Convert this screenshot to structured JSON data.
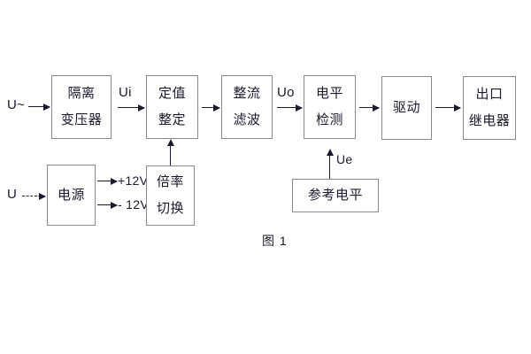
{
  "diagram": {
    "caption": "图 1",
    "blocks": [
      {
        "id": "isolation-transformer",
        "lines": [
          "隔离",
          "变压器"
        ]
      },
      {
        "id": "setting-value",
        "lines": [
          "定值",
          "整定"
        ]
      },
      {
        "id": "rectify-filter",
        "lines": [
          "整流",
          "滤波"
        ]
      },
      {
        "id": "level-detection",
        "lines": [
          "电平",
          "检测"
        ]
      },
      {
        "id": "drive",
        "lines": [
          "驱动"
        ]
      },
      {
        "id": "output-relay",
        "lines": [
          "出口",
          "继电器"
        ]
      },
      {
        "id": "power-supply",
        "lines": [
          "电源"
        ]
      },
      {
        "id": "multiplier-switch",
        "lines": [
          "倍率",
          "切换"
        ]
      },
      {
        "id": "reference-level",
        "lines": [
          "参考电平"
        ]
      }
    ],
    "signals": {
      "input_ac": "U~",
      "input_dc": "U",
      "ui": "Ui",
      "uo": "Uo",
      "ue": "Ue",
      "rail_positive": "+12V",
      "rail_negative": "- 12V"
    }
  }
}
